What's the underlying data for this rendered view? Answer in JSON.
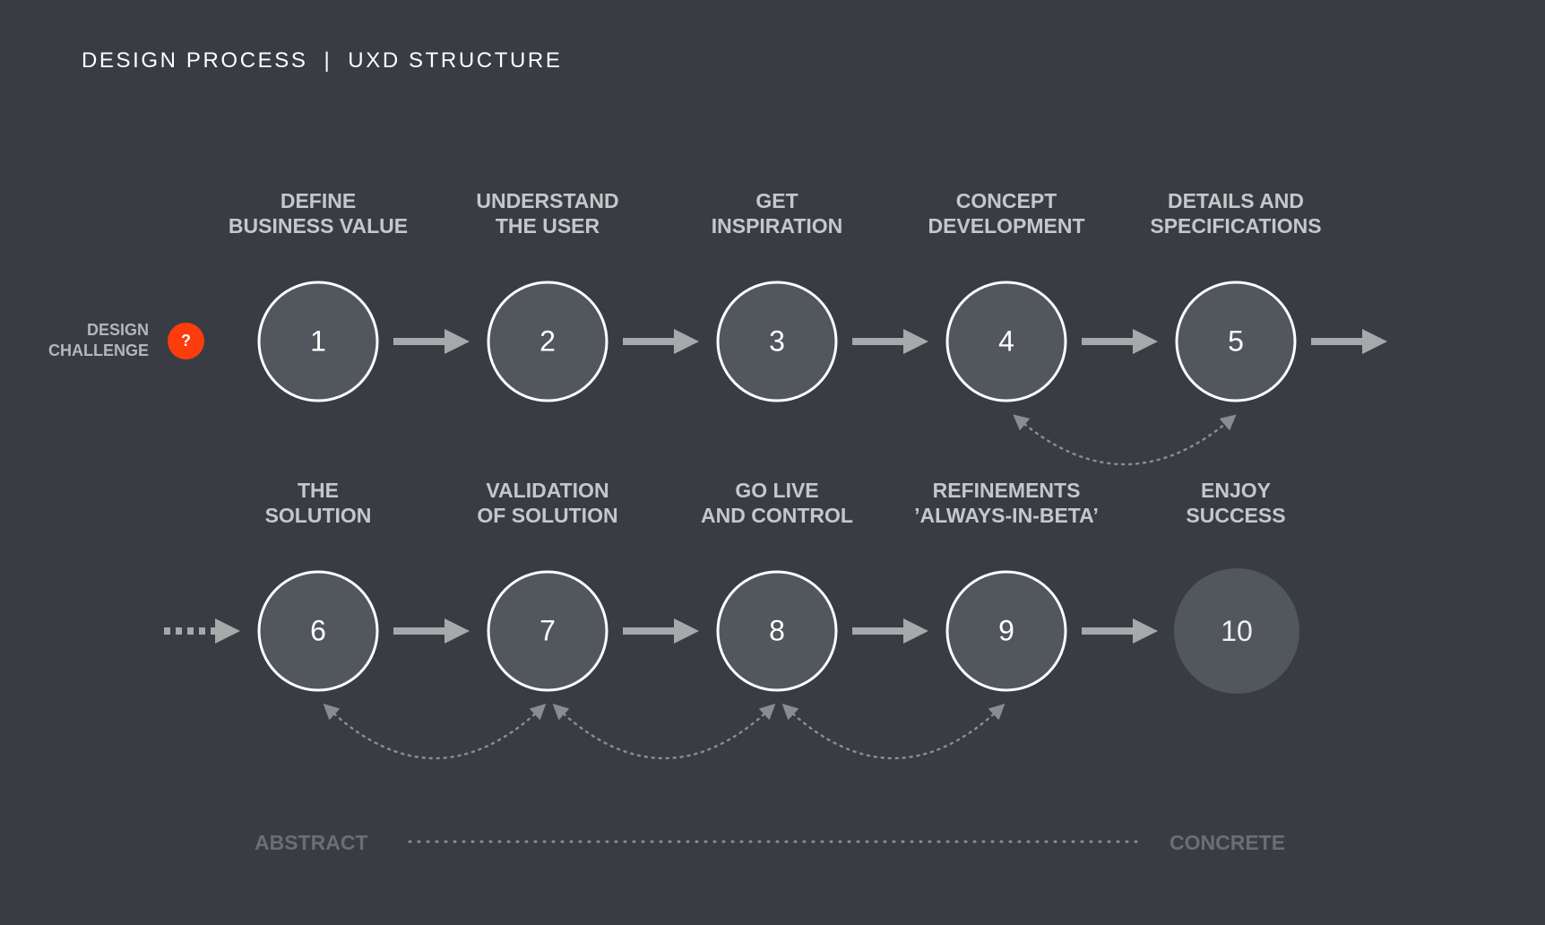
{
  "header": {
    "title_left": "DESIGN PROCESS",
    "separator": "|",
    "title_right": "UXD STRUCTURE"
  },
  "challenge": {
    "label": "DESIGN\nCHALLENGE",
    "badge_icon": "?",
    "badge_color": "#fc3c0c"
  },
  "steps": [
    {
      "number": "1",
      "label": "DEFINE\nBUSINESS VALUE"
    },
    {
      "number": "2",
      "label": "UNDERSTAND\nTHE USER"
    },
    {
      "number": "3",
      "label": "GET\nINSPIRATION"
    },
    {
      "number": "4",
      "label": "CONCEPT\nDEVELOPMENT"
    },
    {
      "number": "5",
      "label": "DETAILS AND\nSPECIFICATIONS"
    },
    {
      "number": "6",
      "label": "THE\nSOLUTION"
    },
    {
      "number": "7",
      "label": "VALIDATION\nOF SOLUTION"
    },
    {
      "number": "8",
      "label": "GO LIVE\nAND CONTROL"
    },
    {
      "number": "9",
      "label": "REFINEMENTS\n’ALWAYS-IN-BETA’"
    },
    {
      "number": "10",
      "label": "ENJOY\nSUCCESS"
    }
  ],
  "scale": {
    "start": "ABSTRACT",
    "end": "CONCRETE"
  },
  "colors": {
    "background": "#393c43",
    "circle_fill": "#52565d",
    "arrow": "#a7a8aa",
    "dotted": "#8a8c90"
  }
}
